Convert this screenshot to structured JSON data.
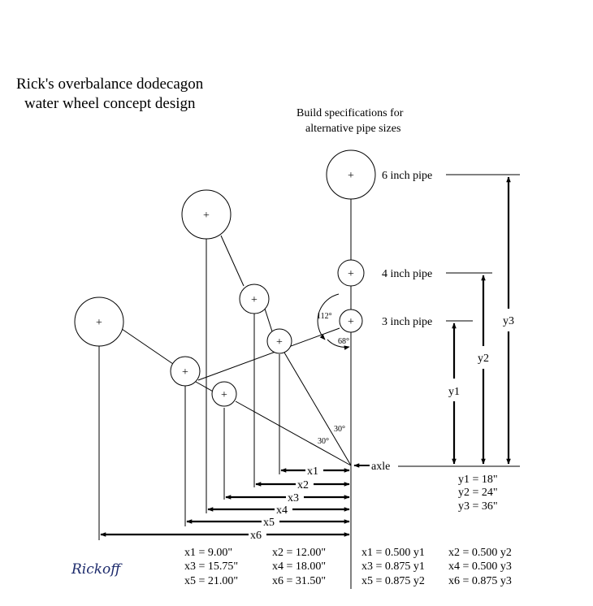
{
  "title": {
    "line1": "Rick's overbalance dodecagon",
    "line2": "water wheel concept design"
  },
  "specs_heading": {
    "line1": "Build specifications for",
    "line2": "alternative pipe sizes"
  },
  "pipes": {
    "six": "6 inch pipe",
    "four": "4 inch pipe",
    "three": "3 inch pipe"
  },
  "marks": {
    "plus": "+",
    "axle": "axle",
    "angle_112": "112°",
    "angle_68": "68°",
    "angle_30_left": "30°",
    "angle_30_right": "30°"
  },
  "dims": {
    "x1": "x1",
    "x2": "x2",
    "x3": "x3",
    "x4": "x4",
    "x5": "x5",
    "x6": "x6",
    "y1": "y1",
    "y2": "y2",
    "y3": "y3"
  },
  "y_values": [
    "y1 = 18\"",
    "y2 = 24\"",
    "y3 = 36\""
  ],
  "x_table": [
    [
      "x1 =  9.00\"",
      "x2 = 12.00\""
    ],
    [
      "x3 = 15.75\"",
      "x4 = 18.00\""
    ],
    [
      "x5 = 21.00\"",
      "x6 = 31.50\""
    ]
  ],
  "ratio_table": [
    [
      "x1 = 0.500 y1",
      "x2 = 0.500 y2"
    ],
    [
      "x3 = 0.875 y1",
      "x4 = 0.500 y3"
    ],
    [
      "x5 = 0.875 y2",
      "x6 = 0.875 y3"
    ]
  ],
  "signature": "Rickoff"
}
